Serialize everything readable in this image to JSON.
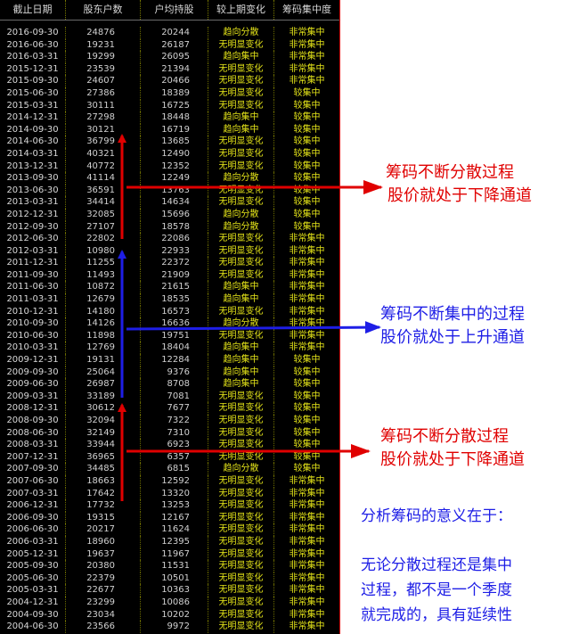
{
  "table": {
    "headers": [
      "截止日期",
      "股东户数",
      "户均持股",
      "较上期变化",
      "筹码集中度"
    ],
    "rows": [
      [
        "2016-09-30",
        "24876",
        "20244",
        "趋向分散",
        "非常集中"
      ],
      [
        "2016-06-30",
        "19231",
        "26187",
        "无明显变化",
        "非常集中"
      ],
      [
        "2016-03-31",
        "19299",
        "26095",
        "趋向集中",
        "非常集中"
      ],
      [
        "2015-12-31",
        "23539",
        "21394",
        "无明显变化",
        "非常集中"
      ],
      [
        "2015-09-30",
        "24607",
        "20466",
        "无明显变化",
        "非常集中"
      ],
      [
        "2015-06-30",
        "27386",
        "18389",
        "无明显变化",
        "较集中"
      ],
      [
        "2015-03-31",
        "30111",
        "16725",
        "无明显变化",
        "较集中"
      ],
      [
        "2014-12-31",
        "27298",
        "18448",
        "趋向集中",
        "较集中"
      ],
      [
        "2014-09-30",
        "30121",
        "16719",
        "趋向集中",
        "较集中"
      ],
      [
        "2014-06-30",
        "36799",
        "13685",
        "无明显变化",
        "较集中"
      ],
      [
        "2014-03-31",
        "40321",
        "12490",
        "无明显变化",
        "较集中"
      ],
      [
        "2013-12-31",
        "40772",
        "12352",
        "无明显变化",
        "较集中"
      ],
      [
        "2013-09-30",
        "41114",
        "12249",
        "趋向分散",
        "较集中"
      ],
      [
        "2013-06-30",
        "36591",
        "13763",
        "无明显变化",
        "较集中"
      ],
      [
        "2013-03-31",
        "34414",
        "14634",
        "无明显变化",
        "较集中"
      ],
      [
        "2012-12-31",
        "32085",
        "15696",
        "趋向分散",
        "较集中"
      ],
      [
        "2012-09-30",
        "27107",
        "18578",
        "趋向分散",
        "较集中"
      ],
      [
        "2012-06-30",
        "22802",
        "22086",
        "无明显变化",
        "非常集中"
      ],
      [
        "2012-03-31",
        "10980",
        "22933",
        "无明显变化",
        "非常集中"
      ],
      [
        "2011-12-31",
        "11255",
        "22372",
        "无明显变化",
        "非常集中"
      ],
      [
        "2011-09-30",
        "11493",
        "21909",
        "无明显变化",
        "非常集中"
      ],
      [
        "2011-06-30",
        "10872",
        "21615",
        "趋向集中",
        "非常集中"
      ],
      [
        "2011-03-31",
        "12679",
        "18535",
        "趋向集中",
        "非常集中"
      ],
      [
        "2010-12-31",
        "14180",
        "16573",
        "无明显变化",
        "非常集中"
      ],
      [
        "2010-09-30",
        "14126",
        "16636",
        "趋向分散",
        "非常集中"
      ],
      [
        "2010-06-30",
        "11898",
        "19751",
        "无明显变化",
        "非常集中"
      ],
      [
        "2010-03-31",
        "12769",
        "18404",
        "趋向集中",
        "非常集中"
      ],
      [
        "2009-12-31",
        "19131",
        "12284",
        "趋向集中",
        "较集中"
      ],
      [
        "2009-09-30",
        "25064",
        "9376",
        "趋向集中",
        "较集中"
      ],
      [
        "2009-06-30",
        "26987",
        "8708",
        "趋向集中",
        "较集中"
      ],
      [
        "2009-03-31",
        "33189",
        "7081",
        "无明显变化",
        "较集中"
      ],
      [
        "2008-12-31",
        "30612",
        "7677",
        "无明显变化",
        "较集中"
      ],
      [
        "2008-09-30",
        "32094",
        "7322",
        "无明显变化",
        "较集中"
      ],
      [
        "2008-06-30",
        "32149",
        "7310",
        "无明显变化",
        "较集中"
      ],
      [
        "2008-03-31",
        "33944",
        "6923",
        "无明显变化",
        "较集中"
      ],
      [
        "2007-12-31",
        "36965",
        "6357",
        "无明显变化",
        "较集中"
      ],
      [
        "2007-09-30",
        "34485",
        "6815",
        "趋向分散",
        "较集中"
      ],
      [
        "2007-06-30",
        "18663",
        "12592",
        "无明显变化",
        "非常集中"
      ],
      [
        "2007-03-31",
        "17642",
        "13320",
        "无明显变化",
        "非常集中"
      ],
      [
        "2006-12-31",
        "17732",
        "13253",
        "无明显变化",
        "非常集中"
      ],
      [
        "2006-09-30",
        "19315",
        "12167",
        "无明显变化",
        "非常集中"
      ],
      [
        "2006-06-30",
        "20217",
        "11624",
        "无明显变化",
        "非常集中"
      ],
      [
        "2006-03-31",
        "18960",
        "12395",
        "无明显变化",
        "非常集中"
      ],
      [
        "2005-12-31",
        "19637",
        "11967",
        "无明显变化",
        "非常集中"
      ],
      [
        "2005-09-30",
        "20380",
        "11531",
        "无明显变化",
        "非常集中"
      ],
      [
        "2005-06-30",
        "22379",
        "10501",
        "无明显变化",
        "非常集中"
      ],
      [
        "2005-03-31",
        "22677",
        "10363",
        "无明显变化",
        "非常集中"
      ],
      [
        "2004-12-31",
        "23299",
        "10086",
        "无明显变化",
        "非常集中"
      ],
      [
        "2004-09-30",
        "23034",
        "10202",
        "无明显变化",
        "非常集中"
      ],
      [
        "2004-06-30",
        "23566",
        "9972",
        "无明显变化",
        "非常集中"
      ]
    ]
  },
  "annotations": {
    "upper": {
      "line1": "筹码不断分散过程",
      "line2": "股价就处于下降通道"
    },
    "middle": {
      "line1": "筹码不断集中的过程",
      "line2": "股价就处于上升通道"
    },
    "lower": {
      "line1": "筹码不断分散过程",
      "line2": "股价就处于下降通道"
    },
    "summary": {
      "title": "分析筹码的意义在于：",
      "line1": "无论分散过程还是集中",
      "line2": "过程，都不是一个季度",
      "line3": "就完成的，具有延续性"
    }
  },
  "colors": {
    "red": "#e00000",
    "blue": "#1e1ee6",
    "yellow": "#e3e319"
  }
}
